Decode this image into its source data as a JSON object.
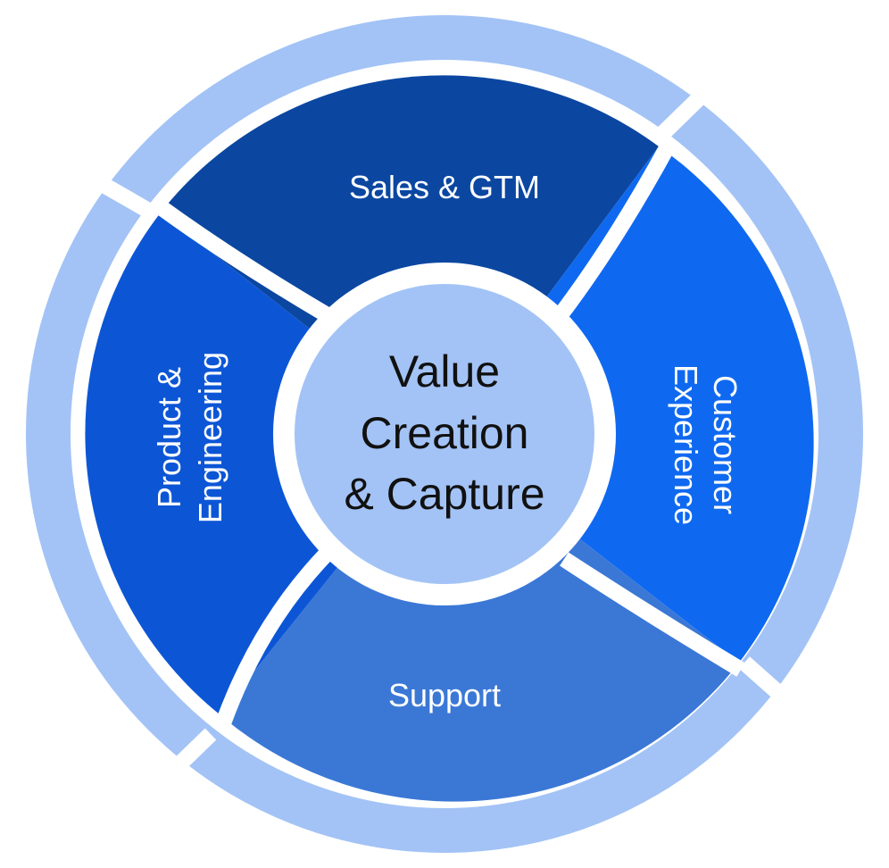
{
  "center": {
    "lines": [
      "Value",
      "Creation",
      "& Capture"
    ]
  },
  "segments": [
    {
      "id": "top",
      "label": "Sales & GTM",
      "color": "#0b47a1"
    },
    {
      "id": "right",
      "label_lines": [
        "Customer",
        "Experience"
      ],
      "color": "#0f69f0"
    },
    {
      "id": "bottom",
      "label": "Support",
      "color": "#3b78d6"
    },
    {
      "id": "left",
      "label_lines": [
        "Product &",
        "Engineering"
      ],
      "color": "#0c56d6"
    }
  ],
  "colors": {
    "outer_ring": "#a3c3f6",
    "center_circle": "#a3c3f6",
    "separator": "#ffffff"
  }
}
